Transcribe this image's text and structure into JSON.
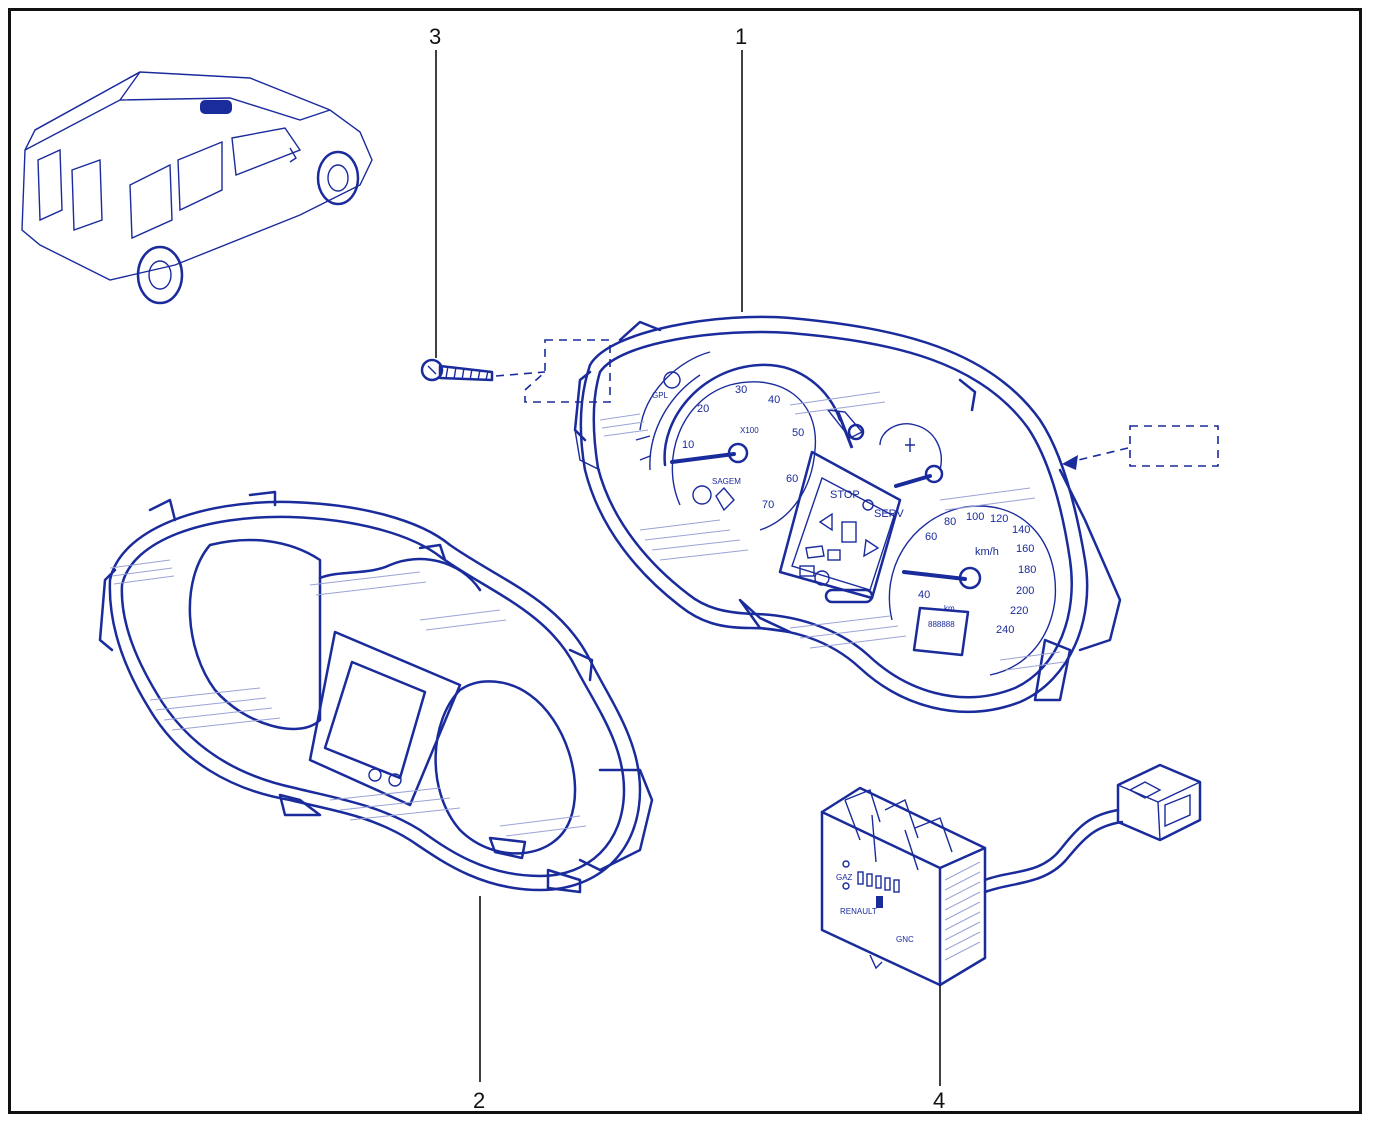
{
  "callouts": [
    {
      "id": "1",
      "label": "1"
    },
    {
      "id": "2",
      "label": "2"
    },
    {
      "id": "3",
      "label": "3"
    },
    {
      "id": "4",
      "label": "4"
    }
  ],
  "tachometer": {
    "ticks": [
      "10",
      "20",
      "30",
      "40",
      "50",
      "60",
      "70"
    ],
    "multiplier": "X100",
    "brand": "SAGEM",
    "side_label": "GPL"
  },
  "speedometer": {
    "ticks": [
      "40",
      "60",
      "80",
      "100",
      "120",
      "140",
      "160",
      "180",
      "200",
      "220",
      "240"
    ],
    "unit": "km/h",
    "odometer_unit": "km",
    "odometer_value": "888888"
  },
  "warning_panel": {
    "stop": "STOP",
    "serv": "SERV"
  },
  "gas_module": {
    "label": "GAZ",
    "brand": "RENAULT",
    "code": "GNC"
  },
  "colors": {
    "ink": "#1a2b9c",
    "hatch": "#9aa3d6",
    "frame": "#111111"
  }
}
